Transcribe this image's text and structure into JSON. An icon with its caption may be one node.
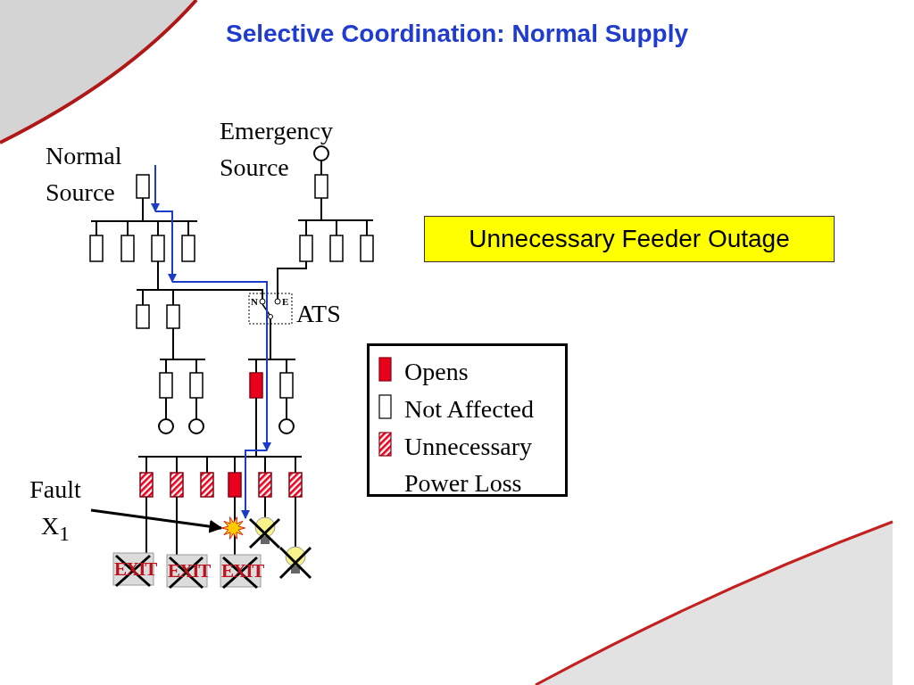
{
  "diagram": {
    "title": "Selective Coordination: Normal Supply",
    "nodes": [
      {
        "text": [
          "Unnecessary Feeder Outage"
        ]
      },
      {
        "text": [
          "Fault X$_{1}$"
        ]
      },
      {
        "text": [],
        "shape": "star"
      }
    ],
    "edges": [
      {
        "from": 1,
        "to": 2,
        "arrow": "to"
      }
    ],
    "labels": [
      "Normal Source",
      "Emergency Source",
      "N",
      "E",
      "ATS",
      "EXIT",
      "EXIT",
      "EXIT"
    ],
    "legend": [
      {
        "text": "Opens",
        "color": "#e8001c"
      },
      {
        "text": "Not Affected",
        "color": "#ffffff"
      },
      {
        "text": "Unnecessary Power Loss"
      }
    ]
  }
}
